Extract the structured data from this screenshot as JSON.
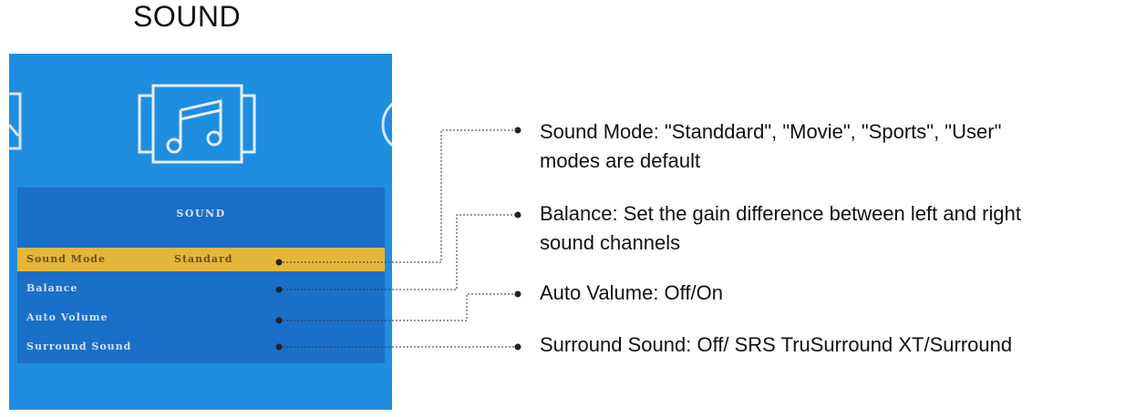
{
  "page_title": "SOUND",
  "osd": {
    "menu_title": "SOUND",
    "icons": [
      "picture-icon",
      "music-note-icon",
      "clock-icon"
    ],
    "items": [
      {
        "label": "Sound Mode",
        "value": "Standard",
        "selected": true
      },
      {
        "label": "Balance",
        "value": ""
      },
      {
        "label": "Auto Volume",
        "value": ""
      },
      {
        "label": "Surround Sound",
        "value": ""
      }
    ],
    "colors": {
      "screen_bg": "#1f8ee0",
      "panel_bg": "#1a6fc8",
      "selected_bg": "#e4b63a"
    }
  },
  "annotations": [
    {
      "line1": "Sound Mode: \"Standdard\", \"Movie\", \"Sports\", \"User\"",
      "line2": "modes are default"
    },
    {
      "line1": "Balance: Set the gain difference between left and right",
      "line2": "sound channels"
    },
    {
      "line1": "Auto Valume: Off/On",
      "line2": ""
    },
    {
      "line1": "Surround Sound: Off/ SRS TruSurround XT/Surround",
      "line2": ""
    }
  ]
}
